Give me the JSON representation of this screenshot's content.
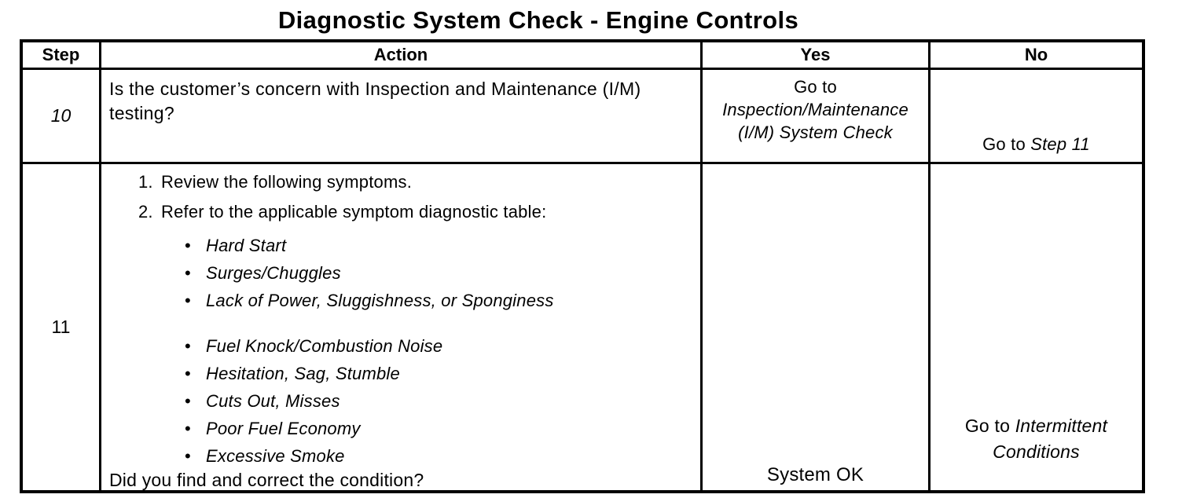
{
  "title": "Diagnostic System Check - Engine Controls",
  "colors": {
    "text": "#000000",
    "background": "#ffffff"
  },
  "table": {
    "headers": [
      "Step",
      "Action",
      "Yes",
      "No"
    ],
    "rows": [
      {
        "step": "10",
        "action": "Is the customer’s concern with Inspection and Maintenance (I/M) testing?",
        "yes": {
          "prefix": "Go to",
          "link": "Inspection/Maintenance (I/M) System Check"
        },
        "no": {
          "prefix": "Go to ",
          "link": "Step 11"
        }
      },
      {
        "step": "11",
        "numbered_actions": [
          "Review the following symptoms.",
          "Refer to the applicable symptom diagnostic table:"
        ],
        "symptom_group_1": [
          "Hard Start",
          "Surges/Chuggles",
          "Lack of Power, Sluggishness, or Sponginess"
        ],
        "symptom_group_2": [
          "Fuel Knock/Combustion Noise",
          "Hesitation, Sag, Stumble",
          "Cuts Out, Misses",
          "Poor Fuel Economy",
          "Excessive Smoke"
        ],
        "closing_question": "Did you find and correct the condition?",
        "yes": {
          "text": "System OK"
        },
        "no": {
          "prefix": "Go to ",
          "link": "Intermittent Conditions"
        }
      }
    ]
  }
}
